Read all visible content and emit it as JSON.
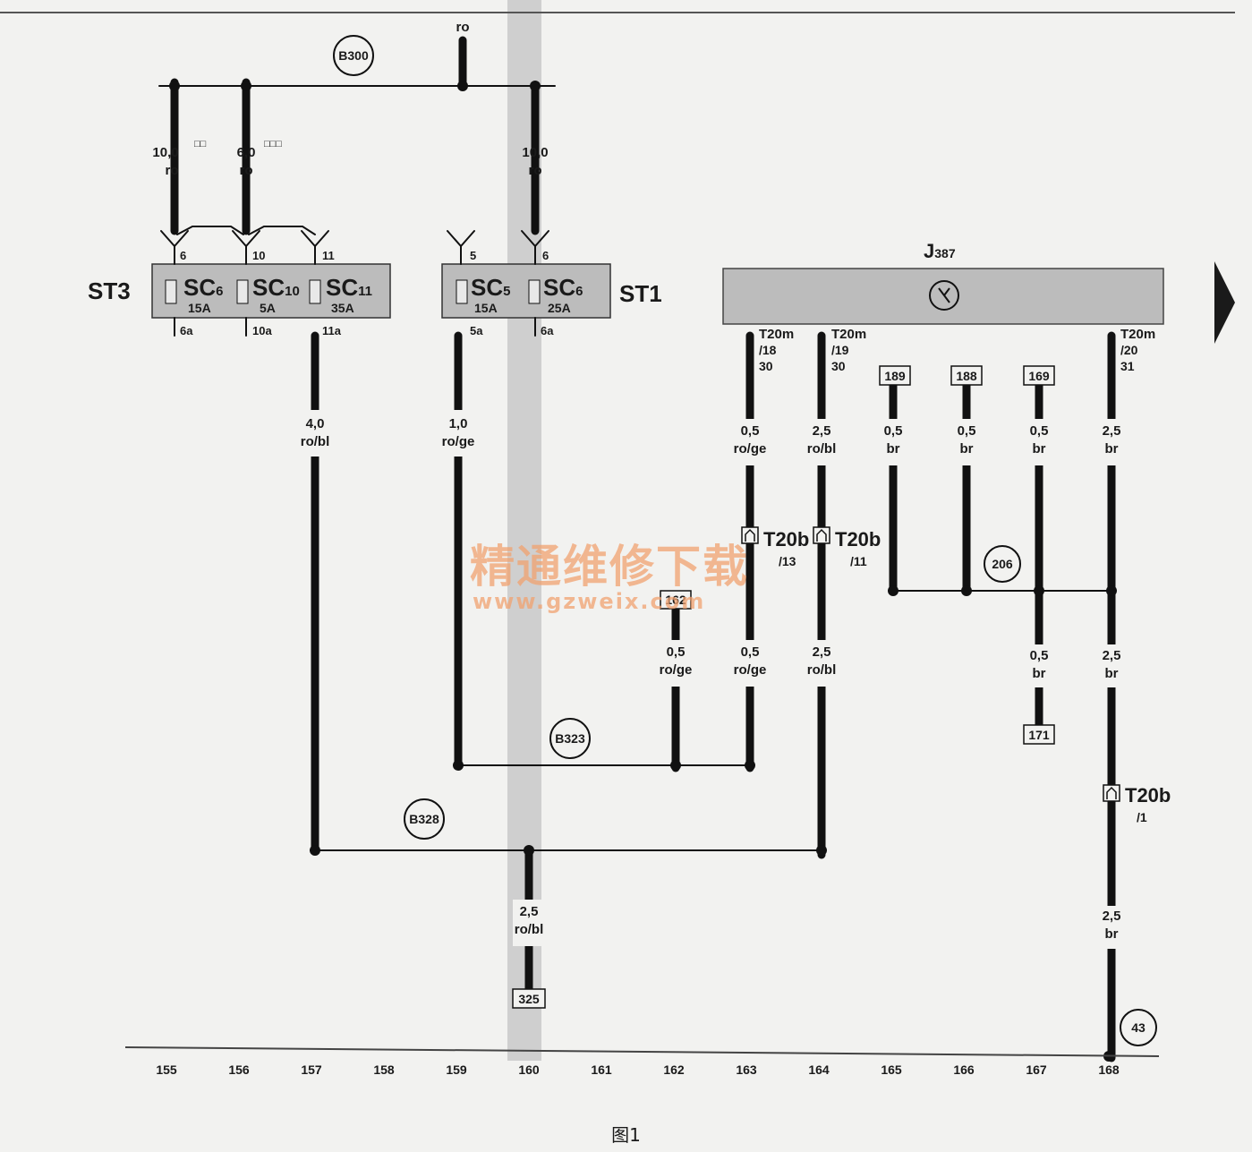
{
  "figure_caption": "图1",
  "watermark": {
    "line1": "精通维修下载",
    "line2": "www.gzweix.com"
  },
  "component": {
    "name": "J",
    "subscript": "387"
  },
  "fuse_holders": [
    {
      "name": "ST3",
      "fuses": [
        {
          "name": "SC",
          "sub": "6",
          "rating": "15A",
          "in_pin": "6",
          "out_pin": "6a"
        },
        {
          "name": "SC",
          "sub": "10",
          "rating": "5A",
          "in_pin": "10",
          "out_pin": "10a"
        },
        {
          "name": "SC",
          "sub": "11",
          "rating": "35A",
          "in_pin": "11",
          "out_pin": "11a"
        }
      ]
    },
    {
      "name": "ST1",
      "fuses": [
        {
          "name": "SC",
          "sub": "5",
          "rating": "15A",
          "in_pin": "5",
          "out_pin": "5a"
        },
        {
          "name": "SC",
          "sub": "6",
          "rating": "25A",
          "in_pin": "6",
          "out_pin": "6a"
        }
      ]
    }
  ],
  "connection_points": [
    "B300",
    "B323",
    "B328",
    "206",
    "43"
  ],
  "references": [
    "189",
    "188",
    "169",
    "171",
    "325",
    "162"
  ],
  "connectors": [
    {
      "id": "T20m",
      "pin": "/18",
      "terminal": "30"
    },
    {
      "id": "T20m",
      "pin": "/19",
      "terminal": "30"
    },
    {
      "id": "T20m",
      "pin": "/20",
      "terminal": "31"
    },
    {
      "id": "T20b",
      "pin": "/13"
    },
    {
      "id": "T20b",
      "pin": "/11"
    },
    {
      "id": "T20b",
      "pin": "/1"
    }
  ],
  "wires": [
    {
      "size": "10,0",
      "color": "ro",
      "mark": "□□"
    },
    {
      "size": "6,0",
      "color": "ro",
      "mark": "□□□"
    },
    {
      "size": "10,0",
      "color": "ro"
    },
    {
      "size": "",
      "color": "ro"
    },
    {
      "size": "4,0",
      "color": "ro/bl"
    },
    {
      "size": "1,0",
      "color": "ro/ge"
    },
    {
      "size": "0,5",
      "color": "ro/ge"
    },
    {
      "size": "2,5",
      "color": "ro/bl"
    },
    {
      "size": "0,5",
      "color": "br"
    },
    {
      "size": "0,5",
      "color": "br"
    },
    {
      "size": "0,5",
      "color": "br"
    },
    {
      "size": "2,5",
      "color": "br"
    },
    {
      "size": "0,5",
      "color": "ro/ge"
    },
    {
      "size": "0,5",
      "color": "ro/ge"
    },
    {
      "size": "2,5",
      "color": "ro/bl"
    },
    {
      "size": "0,5",
      "color": "br"
    },
    {
      "size": "2,5",
      "color": "br"
    },
    {
      "size": "2,5",
      "color": "ro/bl"
    },
    {
      "size": "2,5",
      "color": "br"
    }
  ],
  "grid_numbers": [
    "155",
    "156",
    "157",
    "158",
    "159",
    "160",
    "161",
    "162",
    "163",
    "164",
    "165",
    "166",
    "167",
    "168"
  ]
}
